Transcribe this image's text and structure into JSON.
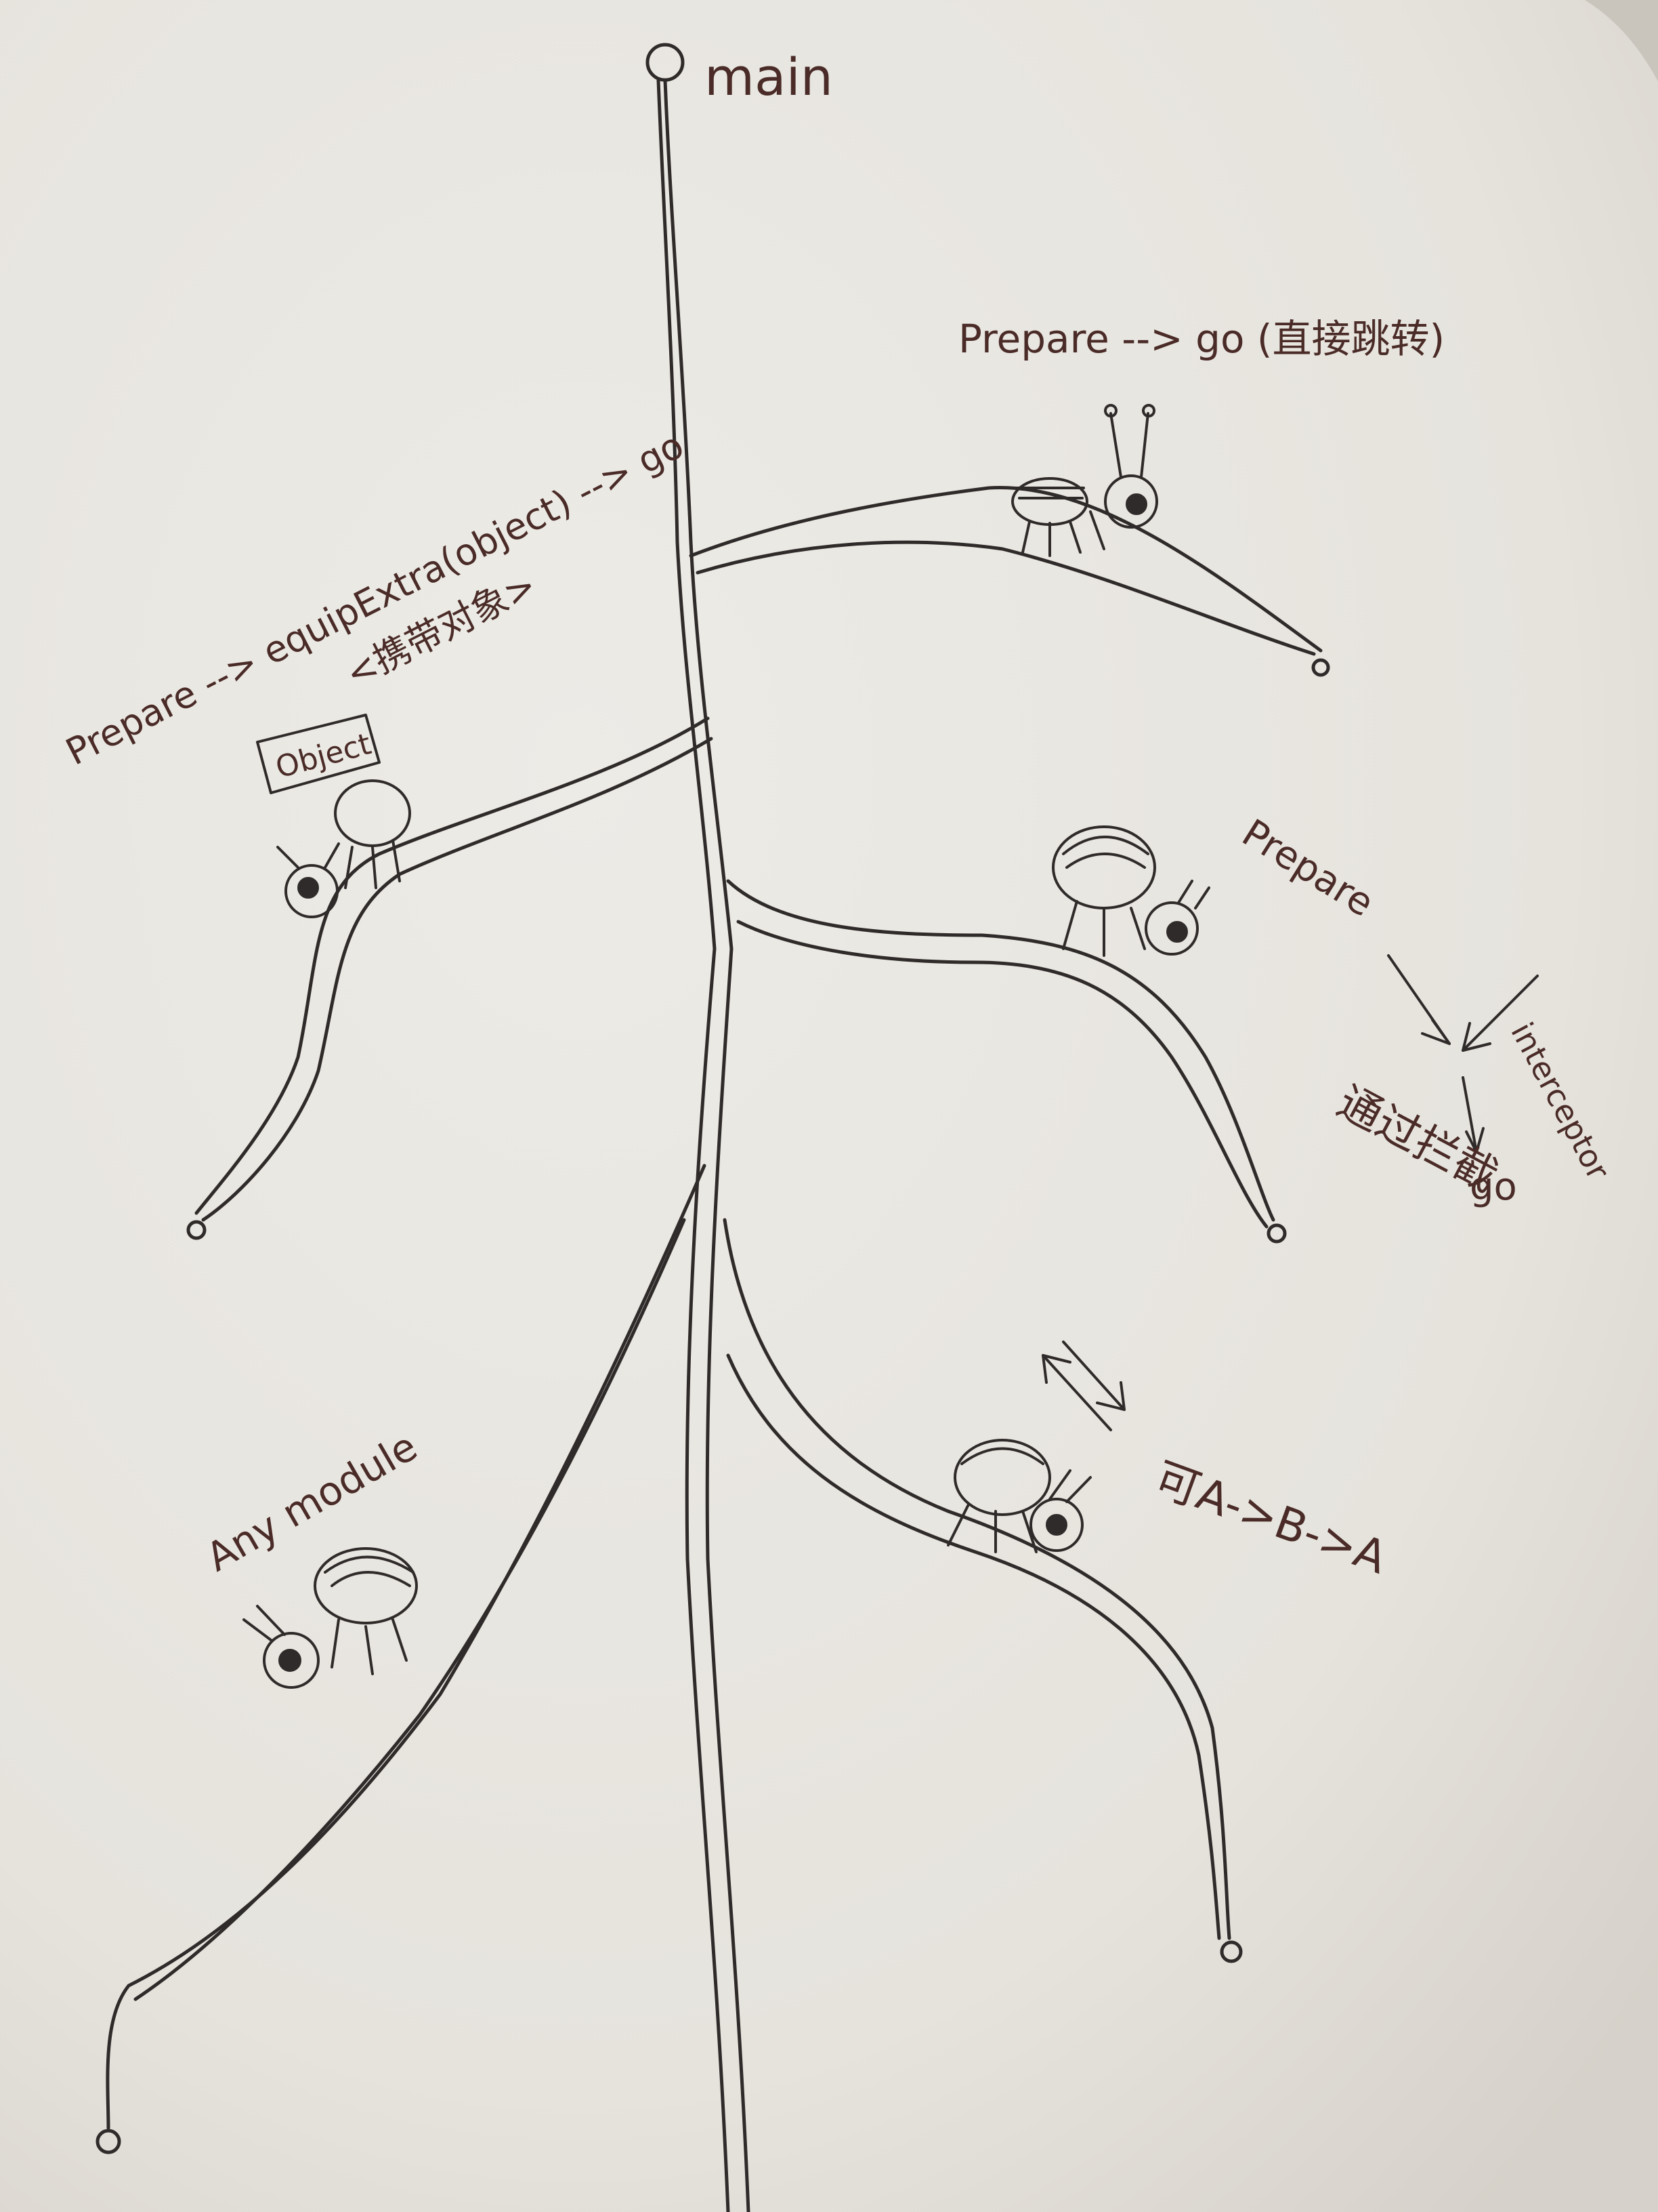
{
  "nodes": {
    "root": "main",
    "branch_right_1": "Prepare --> go (直接跳转)",
    "branch_left_1_a": "Prepare --> equipExtra(object) --> go",
    "branch_left_1_b": "<携带对象>",
    "branch_right_2_a": "Prepare",
    "branch_right_2_b": "interceptor",
    "branch_right_2_c": "go",
    "branch_right_2_d": "通过拦截",
    "branch_right_3": "可A->B->A",
    "branch_left_2": "Any module",
    "object_box": "Object"
  },
  "colors": {
    "paper": "#e9e7e2",
    "ink": "#2f2b2a",
    "ink_text": "#4a2b27"
  }
}
